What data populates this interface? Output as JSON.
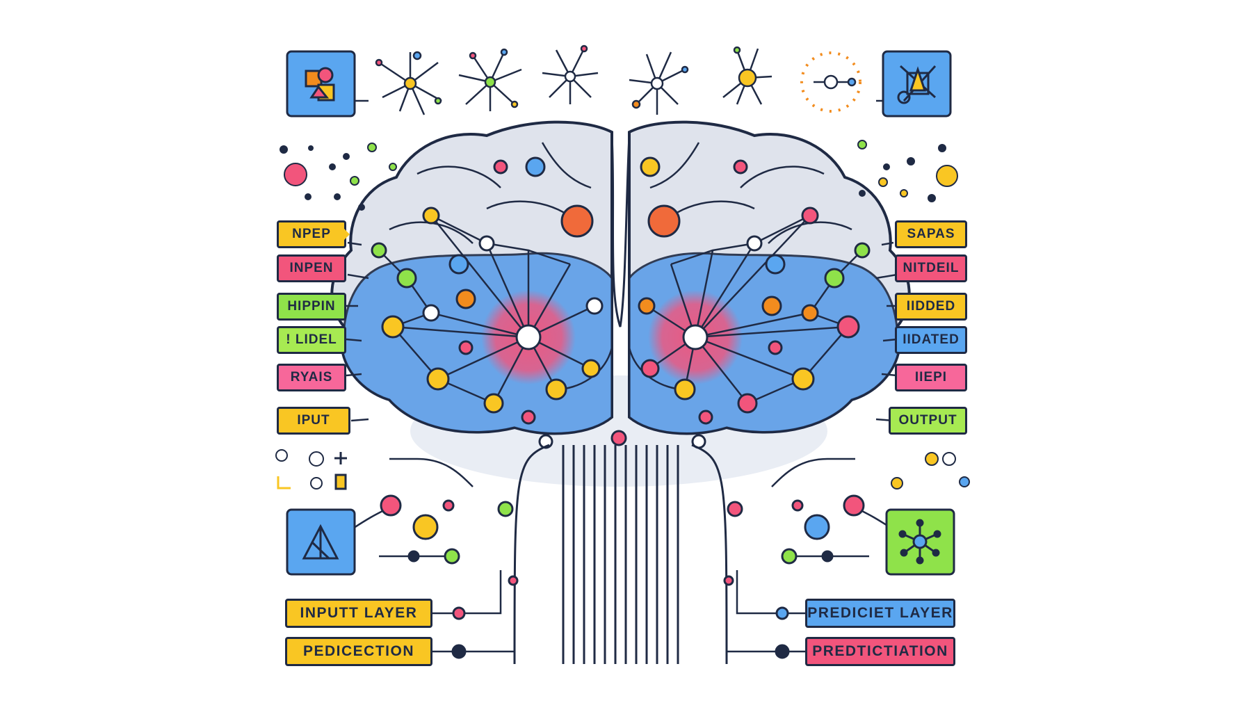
{
  "left_labels": [
    "NPEP",
    "INPEN",
    "HIPPIN",
    "! LIDEL",
    "RYAIS",
    "IPUT"
  ],
  "right_labels": [
    "SAPAS",
    "NITDEIL",
    "IIDDED",
    "IIDATED",
    "IIEPI",
    "OUTPUT"
  ],
  "bottom_left_labels": [
    "INPUTT LAYER",
    "PEDICECTION"
  ],
  "bottom_right_labels": [
    "PREDICIET LAYER",
    "PREDTICTIATION"
  ],
  "corner_icons": {
    "top_left": "shapes-icon",
    "top_right": "shapes-icon",
    "bottom_left": "triangle-icon",
    "bottom_right": "network-node-icon"
  },
  "colors": {
    "outline": "#1f2a44",
    "brain_gray": "#dfe3ec",
    "brain_blue": "#5d9ee8",
    "yellow": "#f9c623",
    "pink": "#f2557c",
    "green": "#8fe24a",
    "blue": "#5aa6f0",
    "orange": "#f28c1e"
  }
}
